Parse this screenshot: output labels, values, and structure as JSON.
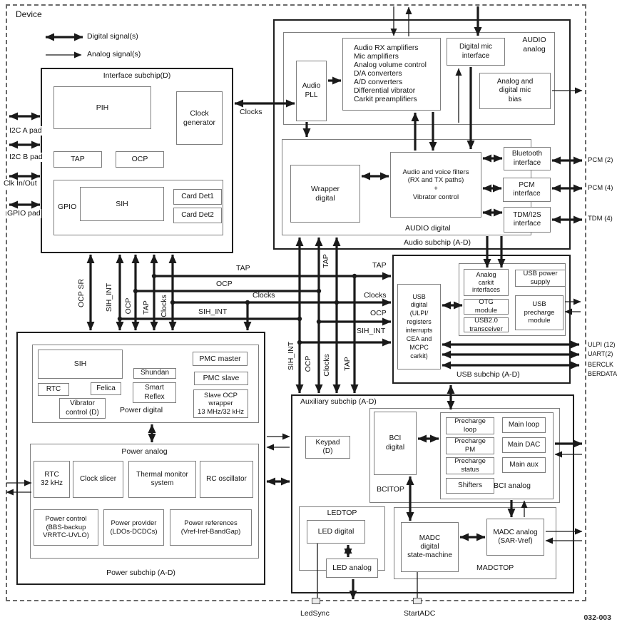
{
  "device": {
    "label": "Device",
    "figure_number": "032-003"
  },
  "legend": {
    "digital": "Digital signal(s)",
    "analog": "Analog signal(s)"
  },
  "left_pads": {
    "i2c_a": "I2C A pad",
    "i2c_b": "I2C B pad",
    "clk": "Clk In/Out",
    "gpio": "GPIO pad"
  },
  "right_pads": {
    "pcm2": "PCM (2)",
    "pcm4": "PCM (4)",
    "tdm4": "TDM (4)",
    "ulpi": "ULPI (12)",
    "uart": "UART(2)",
    "berclk": "BERCLK",
    "berdata": "BERDATA"
  },
  "bottom_pads": {
    "ledsync": "LedSync",
    "startadc": "StartADC"
  },
  "buses": {
    "ocp_sr": "OCP SR",
    "sih_int": "SIH_INT",
    "ocp": "OCP",
    "tap": "TAP",
    "clocks": "Clocks"
  },
  "interface_subchip": {
    "title": "Interface subchip(D)",
    "pih": "PIH",
    "clock_generator": "Clock\ngenerator",
    "tap": "TAP",
    "ocp": "OCP",
    "gpio": "GPIO",
    "sih": "SIH",
    "card_det1": "Card Det1",
    "card_det2": "Card Det2",
    "clocks_link": "Clocks"
  },
  "audio_subchip": {
    "title": "Audio subchip (A-D)",
    "analog_title": "AUDIO\nanalog",
    "digital_title": "AUDIO digital",
    "audio_pll": "Audio\nPLL",
    "amplifiers": "Audio RX amplifiers\nMic amplifiers\nAnalog volume control\nD/A converters\nA/D converters\nDifferential vibrator\nCarkit preamplifiers",
    "digital_mic": "Digital mic\ninterface",
    "mic_bias": "Analog and\ndigital mic\nbias",
    "wrapper": "Wrapper\ndigital",
    "filters": "Audio and voice filters\n(RX and TX paths)\n+\nVibrator control",
    "bluetooth": "Bluetooth\ninterface",
    "pcm": "PCM\ninterface",
    "tdm": "TDM/I2S\ninterface"
  },
  "usb_subchip": {
    "title": "USB subchip (A-D)",
    "usb_digital": "USB\ndigital\n(ULPI/\nregisters\ninterrupts\nCEA and\nMCPC\ncarkit)",
    "carkit": "Analog\ncarkit\ninterfaces",
    "power_supply": "USB power\nsupply",
    "otg": "OTG\nmodule",
    "transceiver": "USB2.0\ntransceiver",
    "precharge": "USB\nprecharge\nmodule"
  },
  "power_subchip": {
    "title": "Power subchip (A-D)",
    "digital_title": "Power digital",
    "analog_title": "Power analog",
    "sih": "SIH",
    "rtc": "RTC",
    "felica": "Felica",
    "vibrator": "Vibrator\ncontrol (D)",
    "shundan": "Shundan",
    "smart_reflex": "Smart\nReflex",
    "pmc_master": "PMC master",
    "pmc_slave": "PMC slave",
    "slave_ocp": "Slave OCP\nwrapper\n13 MHz/32 kHz",
    "rtc32": "RTC\n32 kHz",
    "clock_slicer": "Clock slicer",
    "thermal": "Thermal monitor\nsystem",
    "rc_osc": "RC oscillator",
    "power_control": "Power control\n(BBS-backup\nVRRTC-UVLO)",
    "power_provider": "Power provider\n(LDOs-DCDCs)",
    "power_references": "Power references\n(Vref-Iref-BandGap)"
  },
  "aux_subchip": {
    "title": "Auxiliary subchip (A-D)",
    "keypad": "Keypad\n(D)",
    "bcitop": "BCITOP",
    "bci_digital": "BCI\ndigital",
    "bci_analog": "BCI analog",
    "precharge_loop": "Precharge\nloop",
    "precharge_pm": "Precharge\nPM",
    "precharge_status": "Precharge\nstatus",
    "shifters": "Shifters",
    "main_loop": "Main loop",
    "main_dac": "Main DAC",
    "main_aux": "Main aux",
    "ledtop": "LEDTOP",
    "led_digital": "LED digital",
    "led_analog": "LED analog",
    "madctop": "MADCTOP",
    "madc_digital": "MADC\ndigital\nstate-machine",
    "madc_analog": "MADC analog\n(SAR-Vref)"
  }
}
